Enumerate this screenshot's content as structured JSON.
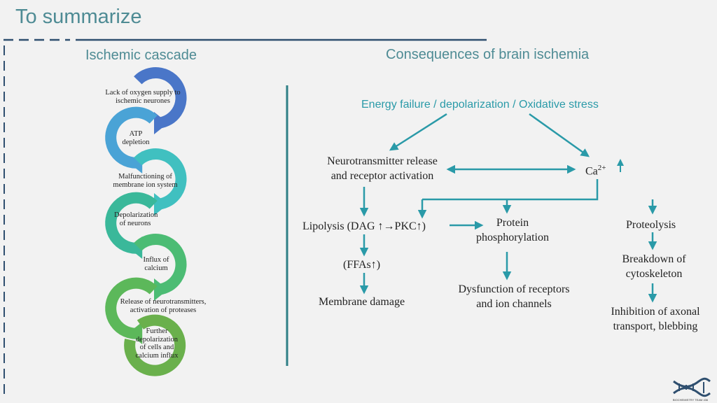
{
  "slide": {
    "title": "To summarize",
    "left_heading": "Ischemic cascade",
    "right_heading": "Consequences of brain ischemia"
  },
  "cascade": {
    "steps": [
      "Lack of oxygen supply to ischemic neurones",
      "ATP depletion",
      "Malfunctioning of membrane ion system",
      "Depolarization of neurons",
      "Influx of calcium",
      "Release of neurotransmitters, activation of proteases",
      "Further depolarization of cells and calcium influx"
    ],
    "colors": [
      "#4a76c8",
      "#4aa3d6",
      "#40c0c0",
      "#3ab89a",
      "#4cbc74",
      "#5cb85a",
      "#6ab04c"
    ]
  },
  "consequences": {
    "top": "Energy failure / depolarization / Oxidative stress",
    "neurotransmitter": [
      "Neurotransmitter release",
      "and receptor activation"
    ],
    "calcium": "Ca",
    "calcium_sup": "2+",
    "up_arrow": "↑",
    "lipolysis": "Lipolysis (DAG ↑→PKC↑)",
    "ffas": "(FFAs↑)",
    "membrane_damage": "Membrane damage",
    "protein_phosphorylation": [
      "Protein",
      "phosphorylation"
    ],
    "dysfunction": [
      "Dysfunction of receptors",
      "and ion channels"
    ],
    "proteolysis": "Proteolysis",
    "breakdown": [
      "Breakdown of",
      "cytoskeleton"
    ],
    "inhibition": [
      "Inhibition of axonal",
      "transport, blebbing"
    ]
  },
  "logo": {
    "text": "BIOCHEMISTRY TEAM 436"
  },
  "colors": {
    "accent": "#4e8b94",
    "arrow": "#2a9aa8",
    "divider": "#2f7f86",
    "top_text": "#2a9aa8"
  }
}
